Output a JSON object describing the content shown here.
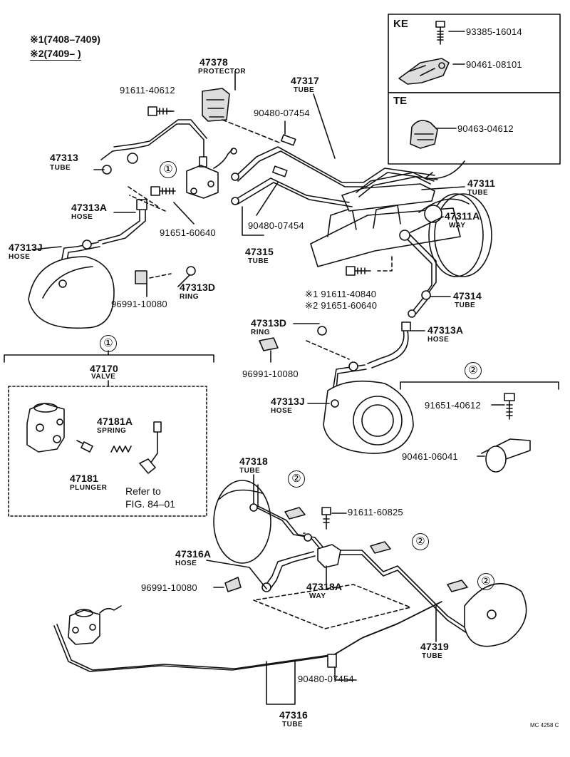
{
  "legend": {
    "line1": "※1(7408–7409)",
    "line2": "※2(7409–        )"
  },
  "ke_box": {
    "tag": "KE",
    "parts": [
      "93385-16014",
      "90461-08101"
    ]
  },
  "te_box": {
    "tag": "TE",
    "parts": [
      "90463-04612"
    ]
  },
  "callouts": {
    "c1": "①",
    "c2": "②"
  },
  "labels": {
    "p47378": "47378",
    "s47378": "PROTECTOR",
    "p91611_40612": "91611-40612",
    "p47317": "47317",
    "s47317": "TUBE",
    "p90480_a": "90480-07454",
    "p47313": "47313",
    "s47313": "TUBE",
    "p47313A_l": "47313A",
    "s47313A_l": "HOSE",
    "p47313J_l": "47313J",
    "s47313J_l": "HOSE",
    "p91651_60640": "91651-60640",
    "p90480_b": "90480-07454",
    "p47315": "47315",
    "s47315": "TUBE",
    "p47311": "47311",
    "s47311": "TUBE",
    "p47311A": "47311A",
    "s47311A": "WAY",
    "p47313D_l": "47313D",
    "s47313D_l": "RING",
    "p96991_a": "96991-10080",
    "p91611_40840": "※1 91611-40840",
    "p91651_60640b": "※2 91651-60640",
    "p47314": "47314",
    "s47314": "TUBE",
    "p47313D_r": "47313D",
    "s47313D_r": "RING",
    "p47313A_r": "47313A",
    "s47313A_r": "HOSE",
    "p96991_b": "96991-10080",
    "p47313J_r": "47313J",
    "s47313J_r": "HOSE",
    "p47170": "47170",
    "s47170": "VALVE",
    "p47181A": "47181A",
    "s47181A": "SPRING",
    "p47181": "47181",
    "s47181": "PLUNGER",
    "refer1": "Refer to",
    "refer2": "FIG. 84–01",
    "p91651_40612": "91651-40612",
    "p90461_06041": "90461-06041",
    "p47318": "47318",
    "s47318": "TUBE",
    "p91611_60825": "91611-60825",
    "p47316A": "47316A",
    "s47316A": "HOSE",
    "p96991_c": "96991-10080",
    "p47318A": "47318A",
    "s47318A": "WAY",
    "p47319": "47319",
    "s47319": "TUBE",
    "p90480_c": "90480-07454",
    "p47316": "47316",
    "s47316": "TUBE",
    "figcode": "MC 4258 C"
  }
}
